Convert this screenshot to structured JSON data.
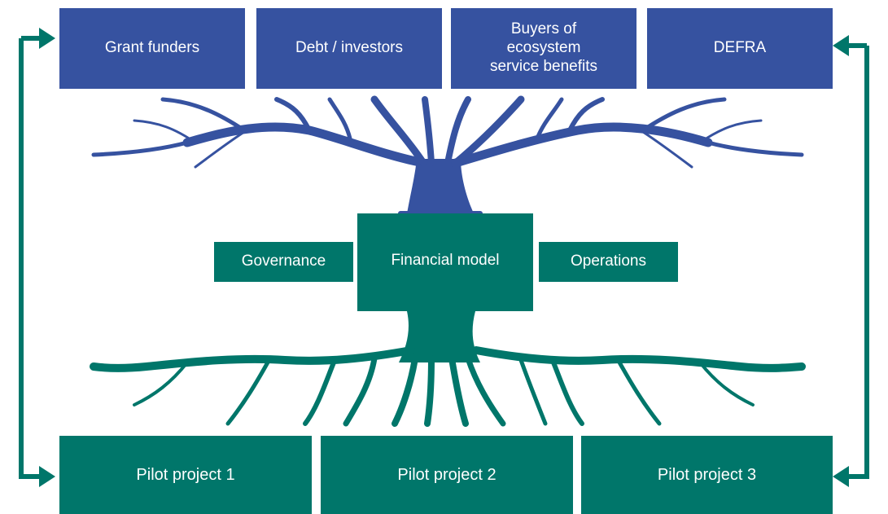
{
  "colors": {
    "top_blue": "#3652A0",
    "teal": "#00766A",
    "background": "#ffffff"
  },
  "top_row": {
    "grant_funders": "Grant funders",
    "debt_investors": "Debt / investors",
    "buyers_line1": "Buyers of",
    "buyers_line2": "ecosystem",
    "buyers_line3": "service benefits",
    "defra": "DEFRA"
  },
  "middle_row": {
    "governance": "Governance",
    "financial_model": "Financial model",
    "operations": "Operations"
  },
  "bottom_row": {
    "pilot_1": "Pilot project 1",
    "pilot_2": "Pilot project 2",
    "pilot_3": "Pilot project 3"
  },
  "icons": {
    "tree_branches": "tree-branches-icon",
    "tree_roots": "tree-roots-icon",
    "left_arrow": "double-headed-arrow-icon",
    "right_arrow": "double-headed-arrow-icon"
  }
}
